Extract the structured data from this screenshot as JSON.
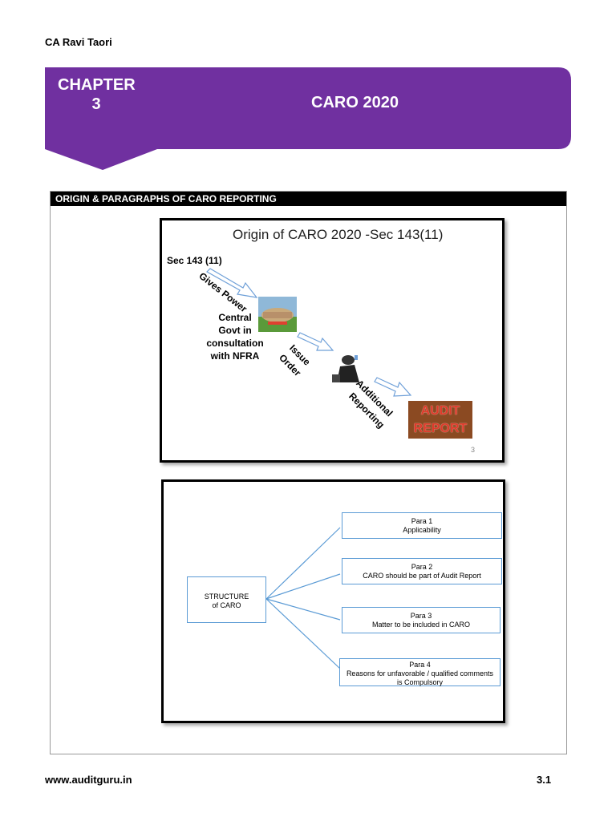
{
  "header": {
    "author": "CA Ravi Taori"
  },
  "banner": {
    "chapter_line1": "CHAPTER",
    "chapter_line2": "3",
    "title": "CARO 2020",
    "color": "#7030a0"
  },
  "section": {
    "heading": "ORIGIN & PARAGRAPHS OF CARO REPORTING"
  },
  "slide1": {
    "title": "Origin of CARO 2020 -Sec 143(11)",
    "sec_label": "Sec 143 (11)",
    "arrow1_label": "Gives Power",
    "govt_text": [
      "Central",
      "Govt in",
      "consultation",
      "with NFRA"
    ],
    "arrow2_label_a": "Issue",
    "arrow2_label_b": "Order",
    "arrow3_label_a": "Additional",
    "arrow3_label_b": "Reporting",
    "audit_line1": "AUDIT",
    "audit_line2": "REPORT",
    "page_number": "3"
  },
  "slide2": {
    "root": [
      "STRUCTURE",
      "of CARO"
    ],
    "paras": [
      {
        "title": "Para 1",
        "desc": [
          "Applicability"
        ]
      },
      {
        "title": "Para 2",
        "desc": [
          "CARO should be part of Audit Report"
        ]
      },
      {
        "title": "Para 3",
        "desc": [
          "Matter to be included in CARO"
        ]
      },
      {
        "title": "Para 4",
        "desc": [
          "Reasons for unfavorable / qualified comments",
          "is Compulsory"
        ]
      }
    ]
  },
  "footer": {
    "website": "www.auditguru.in",
    "page": "3.1"
  }
}
